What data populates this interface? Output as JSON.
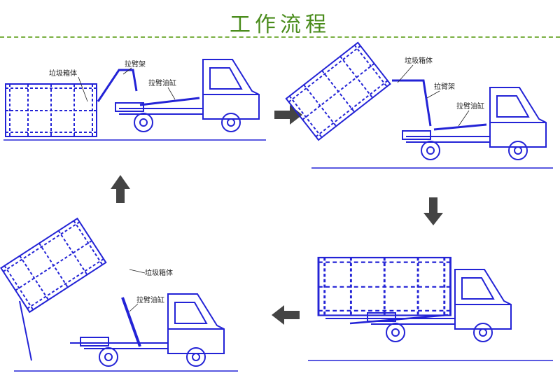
{
  "header": {
    "title": "工作流程"
  },
  "labels": {
    "bin_body": "垃圾箱体",
    "arm_frame": "拉臂架",
    "arm_cylinder": "拉臂油缸"
  },
  "colors": {
    "title": "#4a8c1c",
    "divider": "#7ab042",
    "line": "#2323d6",
    "arrow": "#444444"
  }
}
